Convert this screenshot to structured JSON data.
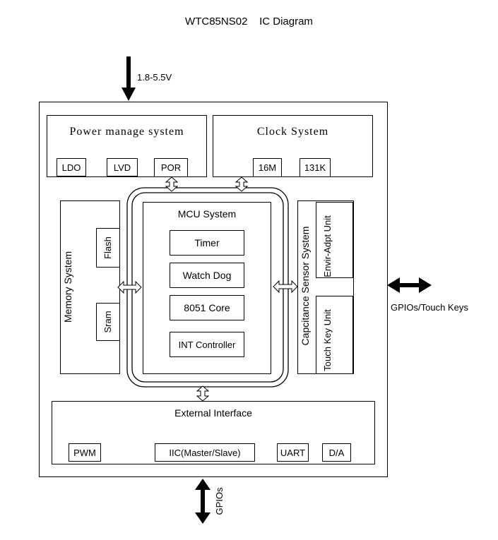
{
  "title": "WTC85NS02    IC Diagram",
  "voltage_label": "1.8-5.5V",
  "power_system": {
    "title": "Power manage system",
    "items": [
      "LDO",
      "LVD",
      "POR"
    ]
  },
  "clock_system": {
    "title": "Clock System",
    "items": [
      "16M",
      "131K"
    ]
  },
  "memory_system": {
    "title": "Memory System",
    "items": [
      "Flash",
      "Sram"
    ]
  },
  "mcu_system": {
    "title": "MCU System",
    "items": [
      "Timer",
      "Watch Dog",
      "8051 Core",
      "INT Controller"
    ]
  },
  "capacitance_system": {
    "title": "Capcitance Sensor System",
    "items": [
      "Envir-Adpt Unit",
      "Touch Key Unit"
    ]
  },
  "external_interface": {
    "title": "External Interface",
    "items": [
      "PWM",
      "IIC(Master/Slave)",
      "UART",
      "D/A"
    ]
  },
  "io_labels": {
    "right": "GPIOs/Touch Keys",
    "bottom": "GPIOs"
  }
}
